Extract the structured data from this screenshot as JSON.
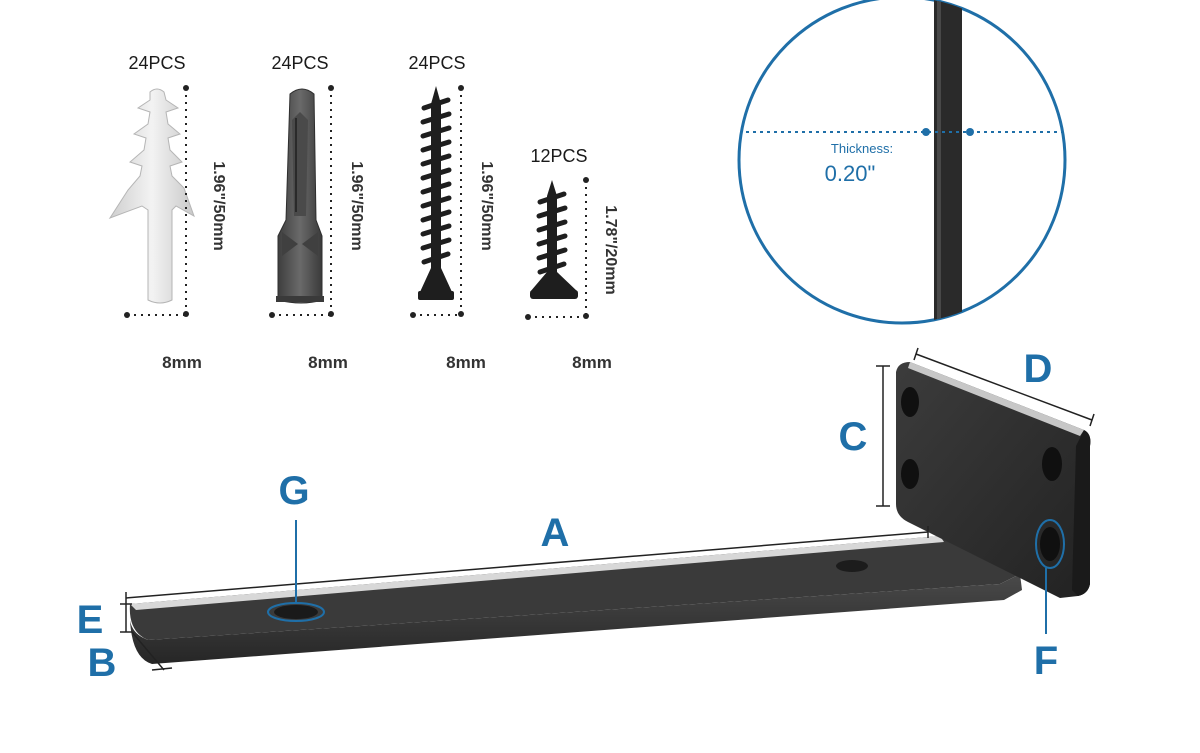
{
  "accessories": [
    {
      "qty": "24PCS",
      "length": "1.96\"/50mm",
      "width": "8mm"
    },
    {
      "qty": "24PCS",
      "length": "1.96\"/50mm",
      "width": "8mm"
    },
    {
      "qty": "24PCS",
      "length": "1.96\"/50mm",
      "width": "8mm"
    },
    {
      "qty": "12PCS",
      "length": "1.78\"/20mm",
      "width": "8mm"
    }
  ],
  "thickness": {
    "label": "Thickness:",
    "value": "0.20\""
  },
  "labels": {
    "a": "A",
    "b": "B",
    "c": "C",
    "d": "D",
    "e": "E",
    "f": "F",
    "g": "G"
  },
  "colors": {
    "accent": "#1f6fa8",
    "metal": "#2b2b2b",
    "plastic_gray": "#5a5a5a",
    "plastic_white": "#e6e6e6"
  }
}
